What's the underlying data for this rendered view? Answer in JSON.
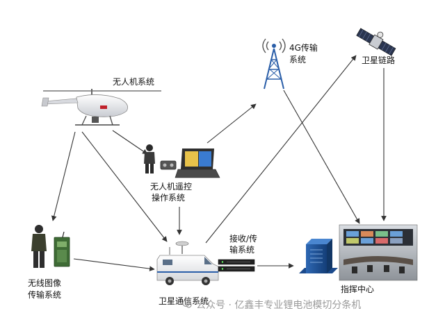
{
  "labels": {
    "uav_system": "无人机系统",
    "g4_line1": "4G传输",
    "g4_line2": "系统",
    "satellite_link": "卫星链路",
    "remote_line1": "无人机遥控",
    "remote_line2": "操作系统",
    "wireless_line1": "无线图像",
    "wireless_line2": "传输系统",
    "rx_line1": "接收/传",
    "rx_line2": "输系统",
    "sat_comm": "卫星通信系统",
    "command_center": "指挥中心"
  },
  "watermark": "公众号 · 亿鑫丰专业锂电池模切分条机",
  "colors": {
    "arrow": "#333333",
    "accent_blue": "#1f5fa8",
    "vehicle": "#f2f2f2",
    "screen_yellow": "#e8c24a"
  }
}
